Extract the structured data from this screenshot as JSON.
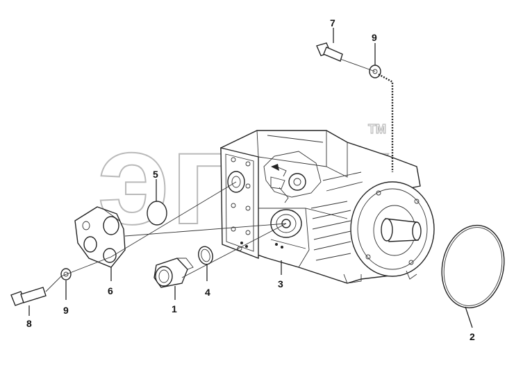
{
  "watermark": {
    "text": "эпак",
    "tm": "TM"
  },
  "callouts": [
    {
      "id": "1",
      "text": "1"
    },
    {
      "id": "2",
      "text": "2"
    },
    {
      "id": "3",
      "text": "3"
    },
    {
      "id": "4",
      "text": "4"
    },
    {
      "id": "5",
      "text": "5"
    },
    {
      "id": "6",
      "text": "6"
    },
    {
      "id": "7",
      "text": "7"
    },
    {
      "id": "8",
      "text": "8"
    },
    {
      "id": "9a",
      "text": "9"
    },
    {
      "id": "9b",
      "text": "9"
    }
  ]
}
